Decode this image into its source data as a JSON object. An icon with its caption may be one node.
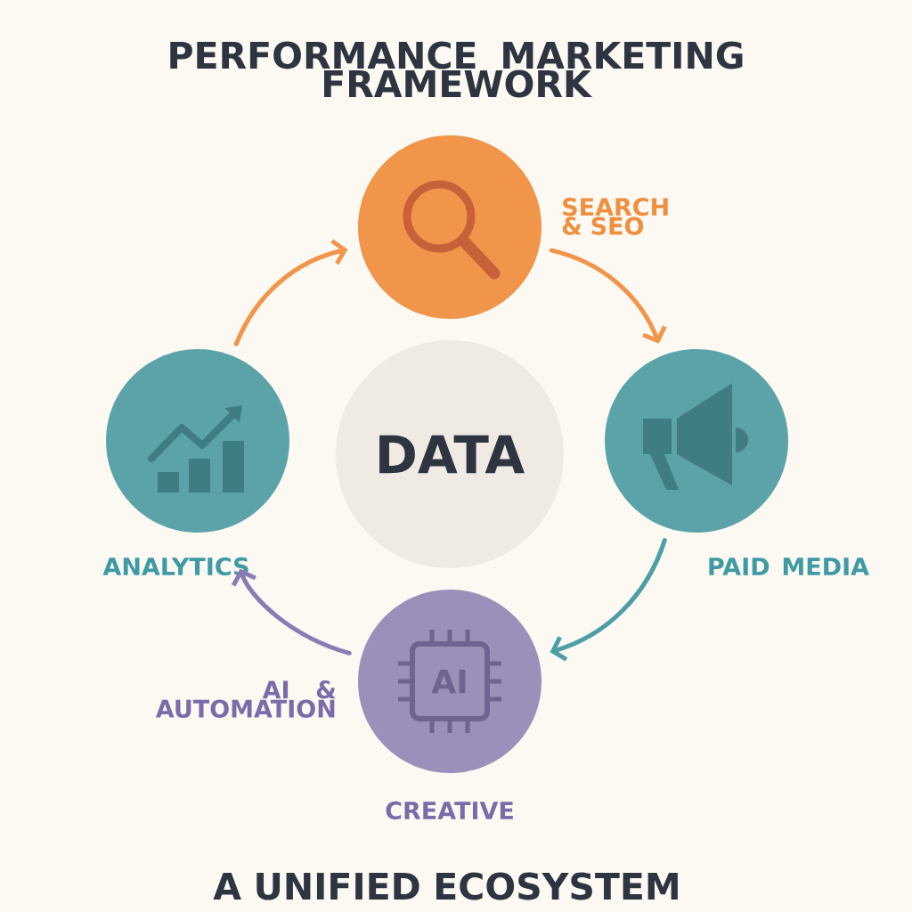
{
  "diagram": {
    "title": "PERFORMANCE MARKETING FRAMEWORK",
    "caption": "A UNIFIED ECOSYSTEM",
    "nodes": [
      {
        "text": [
          "SEARCH & SEO"
        ]
      },
      {
        "text": [
          "PAID MEDIA"
        ]
      },
      {
        "text": [
          "AI",
          "CREATIVE"
        ]
      },
      {
        "text": [
          "ANALYTICS"
        ]
      },
      {
        "text": [
          "DATA"
        ]
      }
    ],
    "edges": [
      {
        "from": 0,
        "to": 1,
        "arrow": "to",
        "color": "#f0954a"
      },
      {
        "from": 1,
        "to": 2,
        "arrow": "to",
        "color": "#4e9ea6"
      },
      {
        "from": 2,
        "to": 3,
        "arrow": "to",
        "color": "#8a7bb3",
        "label": "AI & AUTOMATION"
      },
      {
        "from": 3,
        "to": 0,
        "arrow": "to",
        "color": "#f0954a"
      }
    ]
  }
}
